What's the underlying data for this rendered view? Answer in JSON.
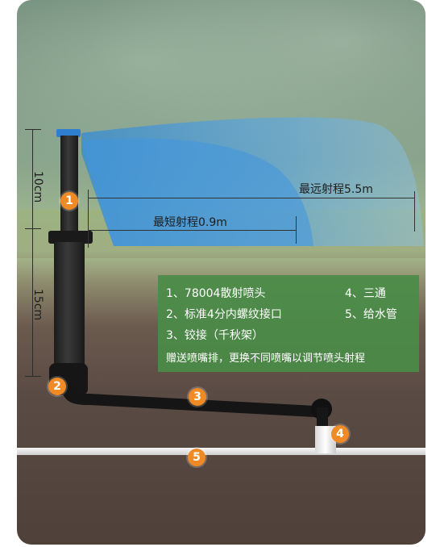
{
  "dimensions": {
    "upper": "10cm",
    "lower": "15cm"
  },
  "range": {
    "max_label": "最远射程5.5m",
    "min_label": "最短射程0.9m"
  },
  "markers": [
    "1",
    "2",
    "3",
    "4",
    "5"
  ],
  "legend": {
    "items": [
      "1、78004散射喷头",
      "2、标准4分内螺纹接口",
      "3、铰接（千秋架）",
      "4、三通",
      "5、给水管"
    ],
    "note": "赠送喷嘴排，更换不同喷嘴以调节喷头射程",
    "bg_color": "#4a8c48"
  },
  "colors": {
    "marker": "#f08a24",
    "spray": "#5aa8e8"
  }
}
